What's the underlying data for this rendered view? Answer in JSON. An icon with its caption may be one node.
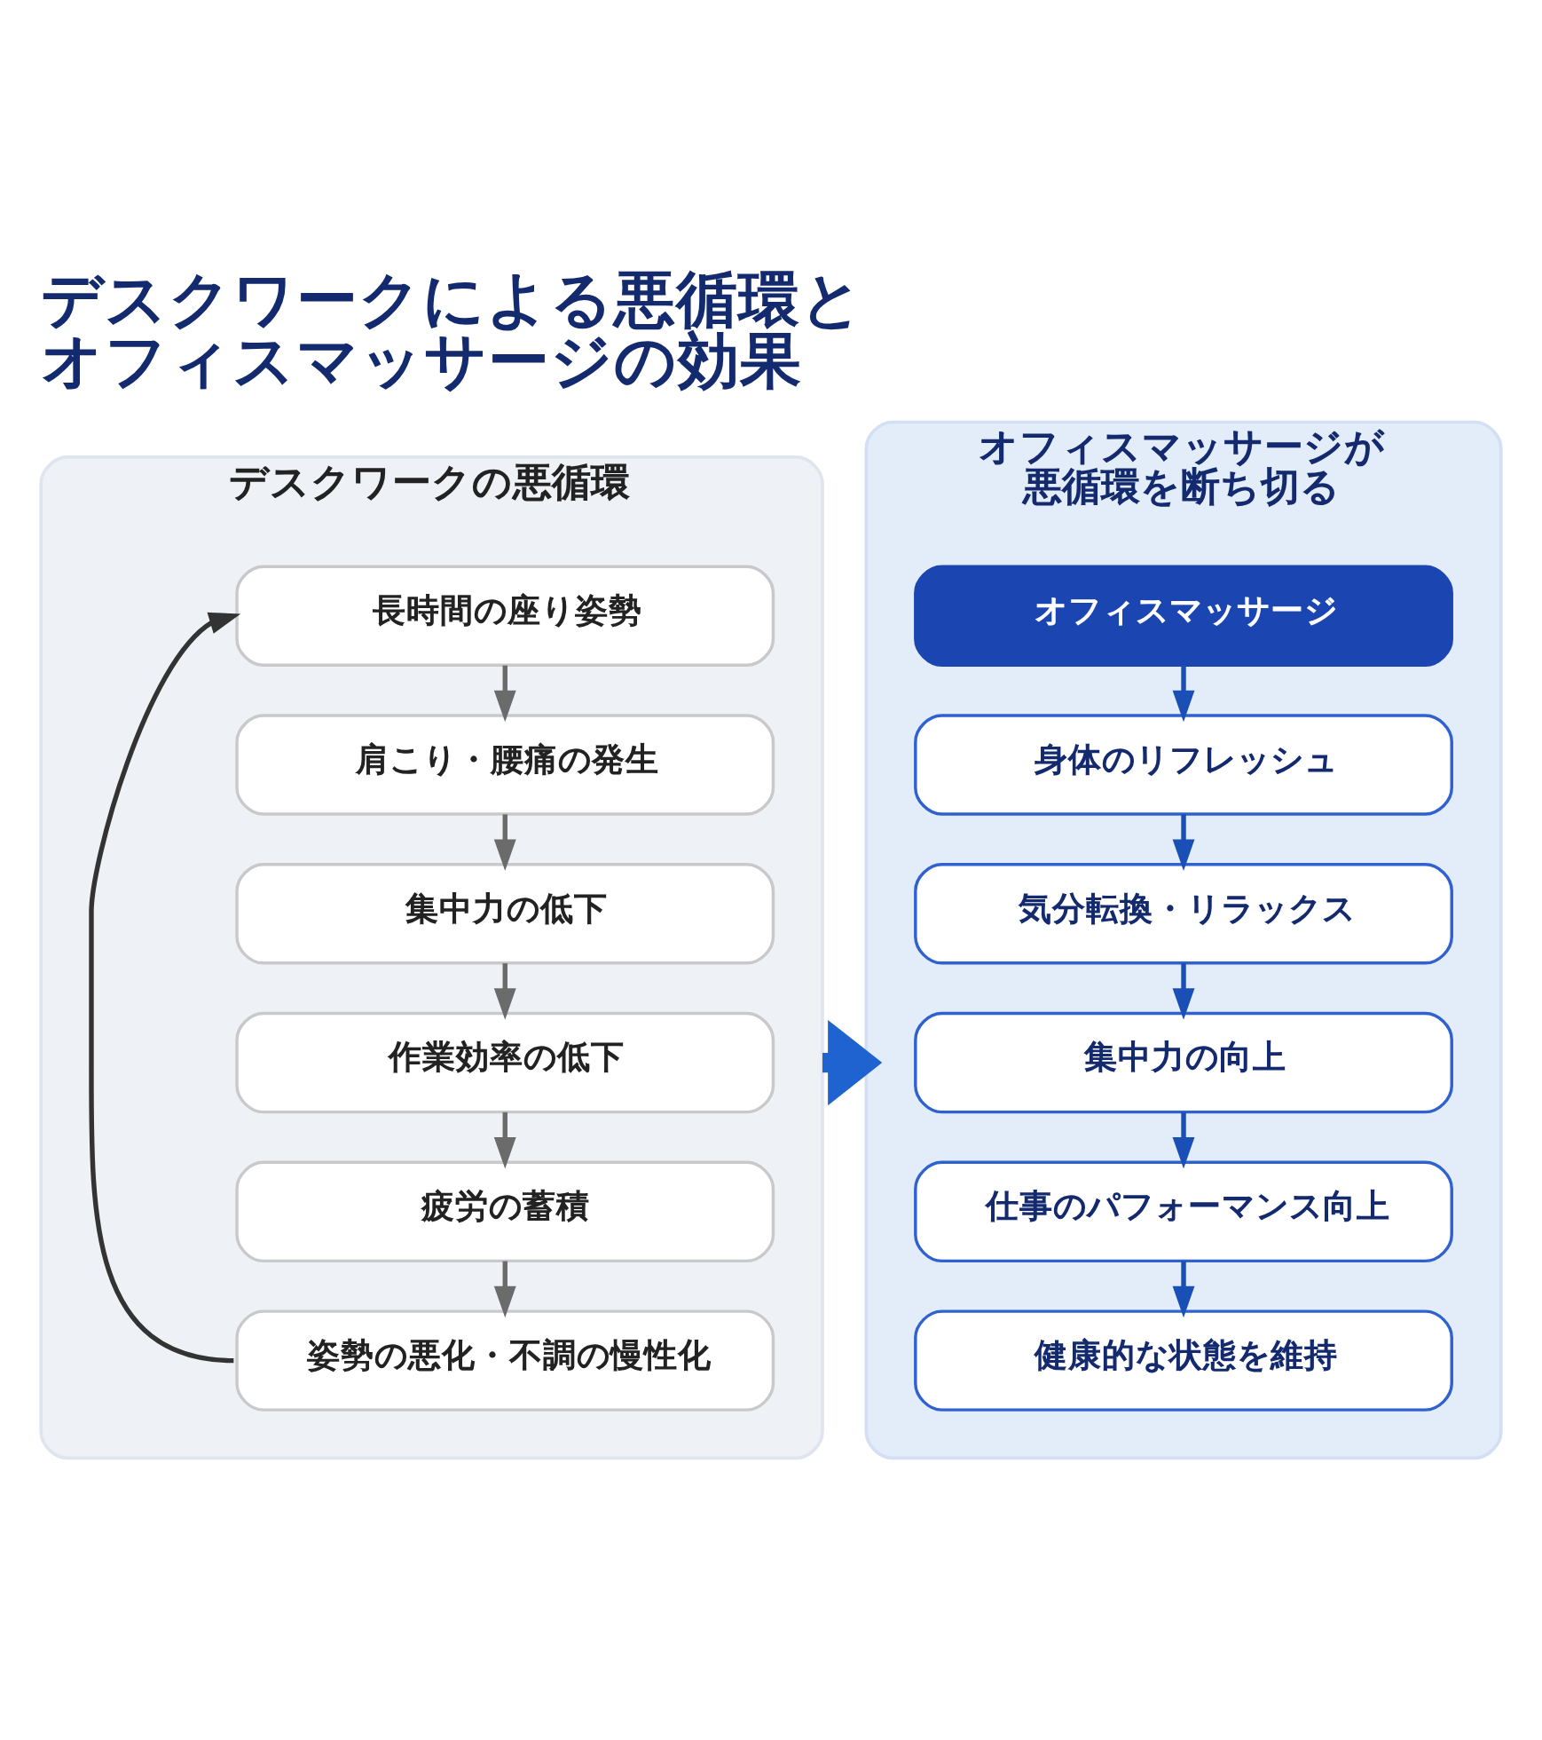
{
  "diagram": {
    "title": "デスクワークによる悪循環とオフィスマッサージの効果",
    "nodes": [
      {
        "text": [
          "デスクワークの悪循環"
        ]
      },
      {
        "text": [
          "長時間の座り姿勢"
        ],
        "in": 0
      },
      {
        "text": [
          "肩こり・腰痛の発生"
        ],
        "in": 0
      },
      {
        "text": [
          "集中力の低下"
        ],
        "in": 0
      },
      {
        "text": [
          "作業効率の低下"
        ],
        "in": 0
      },
      {
        "text": [
          "疲労の蓄積"
        ],
        "in": 0
      },
      {
        "text": [
          "姿勢の悪化・不調の慢性化"
        ],
        "in": 0
      },
      {
        "text": [
          "オフィスマッサージが悪循環を断ち切る"
        ]
      },
      {
        "text": [
          "オフィスマッサージ"
        ],
        "in": 7
      },
      {
        "text": [
          "身体のリフレッシュ"
        ],
        "in": 7
      },
      {
        "text": [
          "気分転換・リラックス"
        ],
        "in": 7
      },
      {
        "text": [
          "集中力の向上"
        ],
        "in": 7
      },
      {
        "text": [
          "仕事のパフォーマンス向上"
        ],
        "in": 7
      },
      {
        "text": [
          "健康的な状態を維持"
        ],
        "in": 7
      }
    ],
    "edges": [
      {
        "from": 1,
        "to": 2,
        "arrow": "to",
        "color": "#6b6b6b"
      },
      {
        "from": 2,
        "to": 3,
        "arrow": "to",
        "color": "#6b6b6b"
      },
      {
        "from": 3,
        "to": 4,
        "arrow": "to",
        "color": "#6b6b6b"
      },
      {
        "from": 4,
        "to": 5,
        "arrow": "to",
        "color": "#6b6b6b"
      },
      {
        "from": 5,
        "to": 6,
        "arrow": "to",
        "color": "#6b6b6b"
      },
      {
        "from": 6,
        "to": 1,
        "arrow": "to",
        "color": "#333333"
      },
      {
        "from": 0,
        "to": 7,
        "arrow": "to",
        "style": "thick",
        "color": "#1e63d0"
      },
      {
        "from": 8,
        "to": 9,
        "arrow": "to",
        "color": "#1a4fb5"
      },
      {
        "from": 9,
        "to": 10,
        "arrow": "to",
        "color": "#1a4fb5"
      },
      {
        "from": 10,
        "to": 11,
        "arrow": "to",
        "color": "#1a4fb5"
      },
      {
        "from": 11,
        "to": 12,
        "arrow": "to",
        "color": "#1a4fb5"
      },
      {
        "from": 12,
        "to": 13,
        "arrow": "to",
        "color": "#1a4fb5"
      }
    ]
  }
}
